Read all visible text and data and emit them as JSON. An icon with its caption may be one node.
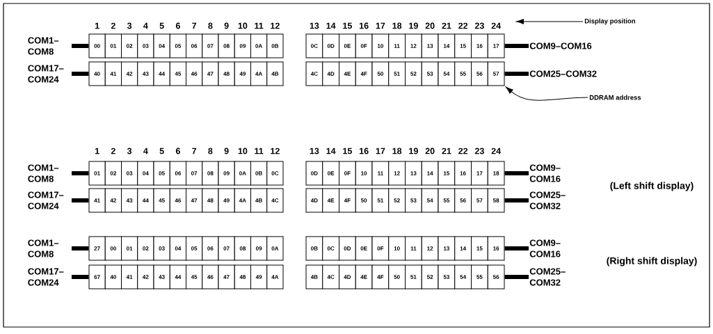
{
  "diagram": {
    "nodes": [
      {
        "text": [
          "COM1– COM8"
        ]
      },
      {
        "text": [
          "00"
        ]
      },
      {
        "text": [
          "01"
        ]
      },
      {
        "text": [
          "02"
        ]
      },
      {
        "text": [
          "03"
        ]
      },
      {
        "text": [
          "04"
        ]
      },
      {
        "text": [
          "05"
        ]
      },
      {
        "text": [
          "06"
        ]
      },
      {
        "text": [
          "07"
        ]
      },
      {
        "text": [
          "08"
        ]
      },
      {
        "text": [
          "09"
        ]
      },
      {
        "text": [
          "0A"
        ]
      },
      {
        "text": [
          "0B"
        ]
      },
      {
        "text": [
          "0C"
        ]
      },
      {
        "text": [
          "0D"
        ]
      },
      {
        "text": [
          "0E"
        ]
      },
      {
        "text": [
          "0F"
        ]
      },
      {
        "text": [
          "10"
        ]
      },
      {
        "text": [
          "11"
        ]
      },
      {
        "text": [
          "12"
        ]
      },
      {
        "text": [
          "13"
        ]
      },
      {
        "text": [
          "14"
        ]
      },
      {
        "text": [
          "15"
        ]
      },
      {
        "text": [
          "16"
        ]
      },
      {
        "text": [
          "17"
        ]
      },
      {
        "text": [
          "COM9–COM16"
        ]
      },
      {
        "text": [
          "COM17– COM24"
        ]
      },
      {
        "text": [
          "40"
        ]
      },
      {
        "text": [
          "41"
        ]
      },
      {
        "text": [
          "42"
        ]
      },
      {
        "text": [
          "43"
        ]
      },
      {
        "text": [
          "44"
        ]
      },
      {
        "text": [
          "45"
        ]
      },
      {
        "text": [
          "46"
        ]
      },
      {
        "text": [
          "47"
        ]
      },
      {
        "text": [
          "48"
        ]
      },
      {
        "text": [
          "49"
        ]
      },
      {
        "text": [
          "4A"
        ]
      },
      {
        "text": [
          "4B"
        ]
      },
      {
        "text": [
          "4C"
        ]
      },
      {
        "text": [
          "4D"
        ]
      },
      {
        "text": [
          "4E"
        ]
      },
      {
        "text": [
          "4F"
        ]
      },
      {
        "text": [
          "50"
        ]
      },
      {
        "text": [
          "51"
        ]
      },
      {
        "text": [
          "52"
        ]
      },
      {
        "text": [
          "53"
        ]
      },
      {
        "text": [
          "54"
        ]
      },
      {
        "text": [
          "55"
        ]
      },
      {
        "text": [
          "56"
        ]
      },
      {
        "text": [
          "57"
        ]
      },
      {
        "text": [
          "COM25–COM32"
        ]
      },
      {
        "text": [
          "COM1– COM8"
        ]
      },
      {
        "text": [
          "01"
        ]
      },
      {
        "text": [
          "02"
        ]
      },
      {
        "text": [
          "03"
        ]
      },
      {
        "text": [
          "04"
        ]
      },
      {
        "text": [
          "05"
        ]
      },
      {
        "text": [
          "06"
        ]
      },
      {
        "text": [
          "07"
        ]
      },
      {
        "text": [
          "08"
        ]
      },
      {
        "text": [
          "09"
        ]
      },
      {
        "text": [
          "0A"
        ]
      },
      {
        "text": [
          "0B"
        ]
      },
      {
        "text": [
          "0C"
        ]
      },
      {
        "text": [
          "0D"
        ]
      },
      {
        "text": [
          "0E"
        ]
      },
      {
        "text": [
          "0F"
        ]
      },
      {
        "text": [
          "10"
        ]
      },
      {
        "text": [
          "11"
        ]
      },
      {
        "text": [
          "12"
        ]
      },
      {
        "text": [
          "13"
        ]
      },
      {
        "text": [
          "14"
        ]
      },
      {
        "text": [
          "15"
        ]
      },
      {
        "text": [
          "16"
        ]
      },
      {
        "text": [
          "17"
        ]
      },
      {
        "text": [
          "18"
        ]
      },
      {
        "text": [
          "COM9– COM16"
        ]
      },
      {
        "text": [
          "COM17– COM24"
        ]
      },
      {
        "text": [
          "41"
        ]
      },
      {
        "text": [
          "42"
        ]
      },
      {
        "text": [
          "43"
        ]
      },
      {
        "text": [
          "44"
        ]
      },
      {
        "text": [
          "45"
        ]
      },
      {
        "text": [
          "46"
        ]
      },
      {
        "text": [
          "47"
        ]
      },
      {
        "text": [
          "48"
        ]
      },
      {
        "text": [
          "49"
        ]
      },
      {
        "text": [
          "4A"
        ]
      },
      {
        "text": [
          "4B"
        ]
      },
      {
        "text": [
          "4C"
        ]
      },
      {
        "text": [
          "4D"
        ]
      },
      {
        "text": [
          "4E"
        ]
      },
      {
        "text": [
          "4F"
        ]
      },
      {
        "text": [
          "50"
        ]
      },
      {
        "text": [
          "51"
        ]
      },
      {
        "text": [
          "52"
        ]
      },
      {
        "text": [
          "53"
        ]
      },
      {
        "text": [
          "54"
        ]
      },
      {
        "text": [
          "55"
        ]
      },
      {
        "text": [
          "56"
        ]
      },
      {
        "text": [
          "57"
        ]
      },
      {
        "text": [
          "58"
        ]
      },
      {
        "text": [
          "COM25– COM32"
        ]
      },
      {
        "text": [
          "COM1– COM8"
        ]
      },
      {
        "text": [
          "27"
        ]
      },
      {
        "text": [
          "00"
        ]
      },
      {
        "text": [
          "01"
        ]
      },
      {
        "text": [
          "02"
        ]
      },
      {
        "text": [
          "03"
        ]
      },
      {
        "text": [
          "04"
        ]
      },
      {
        "text": [
          "05"
        ]
      },
      {
        "text": [
          "06"
        ]
      },
      {
        "text": [
          "07"
        ]
      },
      {
        "text": [
          "08"
        ]
      },
      {
        "text": [
          "09"
        ]
      },
      {
        "text": [
          "0A"
        ]
      },
      {
        "text": [
          "0B"
        ]
      },
      {
        "text": [
          "0C"
        ]
      },
      {
        "text": [
          "0D"
        ]
      },
      {
        "text": [
          "0E"
        ]
      },
      {
        "text": [
          "0F"
        ]
      },
      {
        "text": [
          "10"
        ]
      },
      {
        "text": [
          "11"
        ]
      },
      {
        "text": [
          "12"
        ]
      },
      {
        "text": [
          "13"
        ]
      },
      {
        "text": [
          "14"
        ]
      },
      {
        "text": [
          "15"
        ]
      },
      {
        "text": [
          "16"
        ]
      },
      {
        "text": [
          "COM9– COM16"
        ]
      },
      {
        "text": [
          "COM17– COM24"
        ]
      },
      {
        "text": [
          "67"
        ]
      },
      {
        "text": [
          "40"
        ]
      },
      {
        "text": [
          "41"
        ]
      },
      {
        "text": [
          "42"
        ]
      },
      {
        "text": [
          "43"
        ]
      },
      {
        "text": [
          "44"
        ]
      },
      {
        "text": [
          "45"
        ]
      },
      {
        "text": [
          "46"
        ]
      },
      {
        "text": [
          "47"
        ]
      },
      {
        "text": [
          "48"
        ]
      },
      {
        "text": [
          "49"
        ]
      },
      {
        "text": [
          "4A"
        ]
      },
      {
        "text": [
          "4B"
        ]
      },
      {
        "text": [
          "4C"
        ]
      },
      {
        "text": [
          "4D"
        ]
      },
      {
        "text": [
          "4E"
        ]
      },
      {
        "text": [
          "4F"
        ]
      },
      {
        "text": [
          "50"
        ]
      },
      {
        "text": [
          "51"
        ]
      },
      {
        "text": [
          "52"
        ]
      },
      {
        "text": [
          "53"
        ]
      },
      {
        "text": [
          "54"
        ]
      },
      {
        "text": [
          "55"
        ]
      },
      {
        "text": [
          "56"
        ]
      },
      {
        "text": [
          "COM25– COM32"
        ]
      },
      {
        "text": [
          "Display position"
        ]
      },
      {
        "text": [
          "DDRAM address"
        ]
      }
    ],
    "edges": [
      {
        "from": 0,
        "to": 1,
        "arrow": "none"
      },
      {
        "from": 24,
        "to": 25,
        "arrow": "none"
      },
      {
        "from": 26,
        "to": 27,
        "arrow": "none"
      },
      {
        "from": 50,
        "to": 51,
        "arrow": "none"
      },
      {
        "from": 52,
        "to": 53,
        "arrow": "none"
      },
      {
        "from": 76,
        "to": 77,
        "arrow": "none"
      },
      {
        "from": 78,
        "to": 79,
        "arrow": "none"
      },
      {
        "from": 102,
        "to": 103,
        "arrow": "none"
      },
      {
        "from": 104,
        "to": 105,
        "arrow": "none"
      },
      {
        "from": 128,
        "to": 129,
        "arrow": "none"
      },
      {
        "from": 130,
        "to": 131,
        "arrow": "none"
      },
      {
        "from": 154,
        "to": 155,
        "arrow": "none"
      },
      {
        "from": 156,
        "to": null,
        "arrow": "to"
      },
      {
        "from": 157,
        "to": 50,
        "arrow": "to"
      }
    ],
    "labels": [
      "1",
      "2",
      "3",
      "4",
      "5",
      "6",
      "7",
      "8",
      "9",
      "10",
      "11",
      "12",
      "13",
      "14",
      "15",
      "16",
      "17",
      "18",
      "19",
      "20",
      "21",
      "22",
      "23",
      "24",
      "1",
      "2",
      "3",
      "4",
      "5",
      "6",
      "7",
      "8",
      "9",
      "10",
      "11",
      "12",
      "13",
      "14",
      "15",
      "16",
      "17",
      "18",
      "19",
      "20",
      "21",
      "22",
      "23",
      "24",
      "(Left shift display)",
      "(Right shift display)"
    ]
  }
}
